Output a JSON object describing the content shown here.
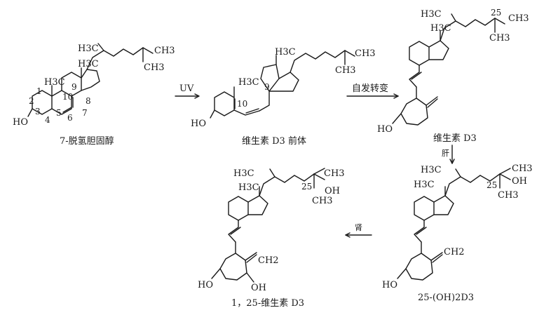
{
  "compounds": {
    "c1": {
      "name": "7-脱氢胆固醇",
      "h3c_top": "H3C",
      "ch3_top": "CH3",
      "ch3_side": "CH3",
      "h3c_ring": "H3C",
      "h3c_ring_c": "H3C",
      "ho": "HO",
      "numbers": [
        "1",
        "2",
        "3",
        "4",
        "5",
        "6",
        "7",
        "8",
        "9",
        "10"
      ]
    },
    "c2": {
      "name": "维生素 D3 前体",
      "h3c_top": "H3C",
      "ch3_top": "CH3",
      "ch3_side": "CH3",
      "h3c_ring": "H3C",
      "ho": "HO",
      "num_9": "9",
      "num_10": "10"
    },
    "c3": {
      "name": "维生素 D3",
      "h3c_top": "H3C",
      "ch3_top": "CH3",
      "ch3_side": "CH3",
      "h3c_ring": "H3C",
      "num_25": "25",
      "ho": "HO"
    },
    "c4": {
      "name": "25-(OH)2D3",
      "h3c_top": "H3C",
      "ch3_top": "CH3",
      "ch3_side": "CH3",
      "h3c_ring": "H3C",
      "num_25": "25",
      "oh": "OH",
      "ch2": "CH2",
      "ho": "HO"
    },
    "c5": {
      "name": "1，25-维生素 D3",
      "h3c_top": "H3C",
      "ch3_top": "CH3",
      "ch3_side": "CH3",
      "h3c_ring": "H3C",
      "num_25": "25",
      "oh": "OH",
      "ch2": "CH2",
      "ho": "HO",
      "oh1": "OH"
    }
  },
  "arrows": {
    "uv": "UV",
    "isomerize": "自发转变",
    "liver": "肝",
    "kidney": "肾"
  }
}
